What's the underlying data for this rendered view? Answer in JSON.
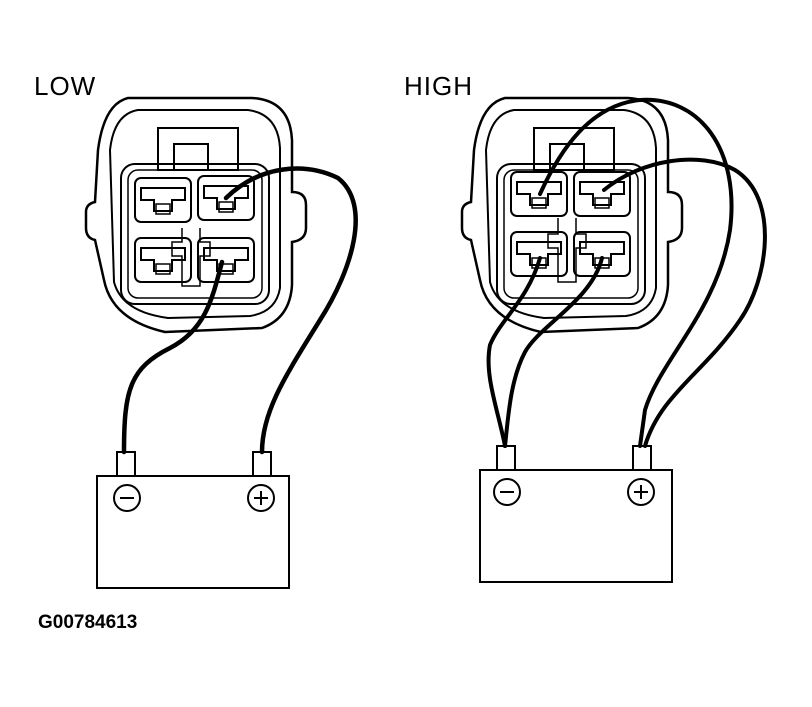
{
  "diagrams": {
    "low": {
      "title": "LOW"
    },
    "high": {
      "title": "HIGH"
    }
  },
  "battery": {
    "negative_symbol": "−",
    "positive_symbol": "+",
    "negative_icon": "minus-circle-icon",
    "positive_icon": "plus-circle-icon"
  },
  "figure_id": "G00784613",
  "colors": {
    "line": "#000000",
    "background": "#ffffff"
  }
}
